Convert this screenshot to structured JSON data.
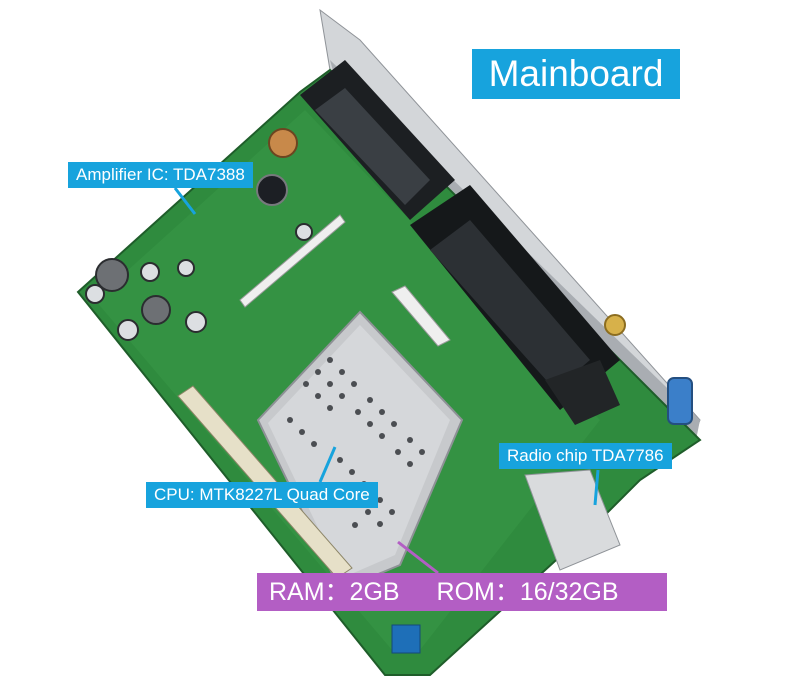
{
  "labels": {
    "title": "Mainboard",
    "amplifier": "Amplifier IC: TDA7388",
    "radio": "Radio chip TDA7786",
    "cpu": "CPU: MTK8227L Quad Core",
    "ram": "RAM：2GB",
    "rom": "ROM：16/32GB"
  },
  "colors": {
    "label_blue": "#17a3dd",
    "memory_purple": "#b35ec4",
    "pcb_green": "#2f8b3e",
    "shield_silver": "#c7c9cc",
    "bracket_metal": "#b9bcc0"
  }
}
